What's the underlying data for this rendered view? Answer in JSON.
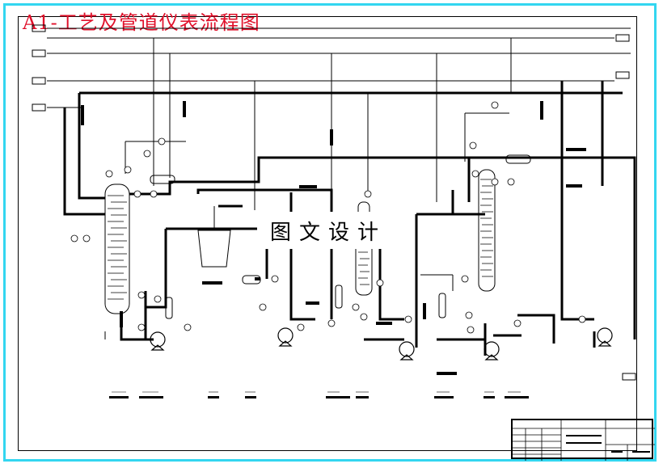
{
  "title": "A1-工艺及管道仪表流程图",
  "watermark": "图文设计",
  "colors": {
    "outer_border": "#33d6f0",
    "title": "#e0102a",
    "lines": "#000000"
  },
  "equipment_groups": 7,
  "icons": [
    "distillation-column-icon",
    "pump-icon",
    "heat-exchanger-icon",
    "separator-icon",
    "instrument-bubble-icon",
    "arrow-connector-icon"
  ]
}
